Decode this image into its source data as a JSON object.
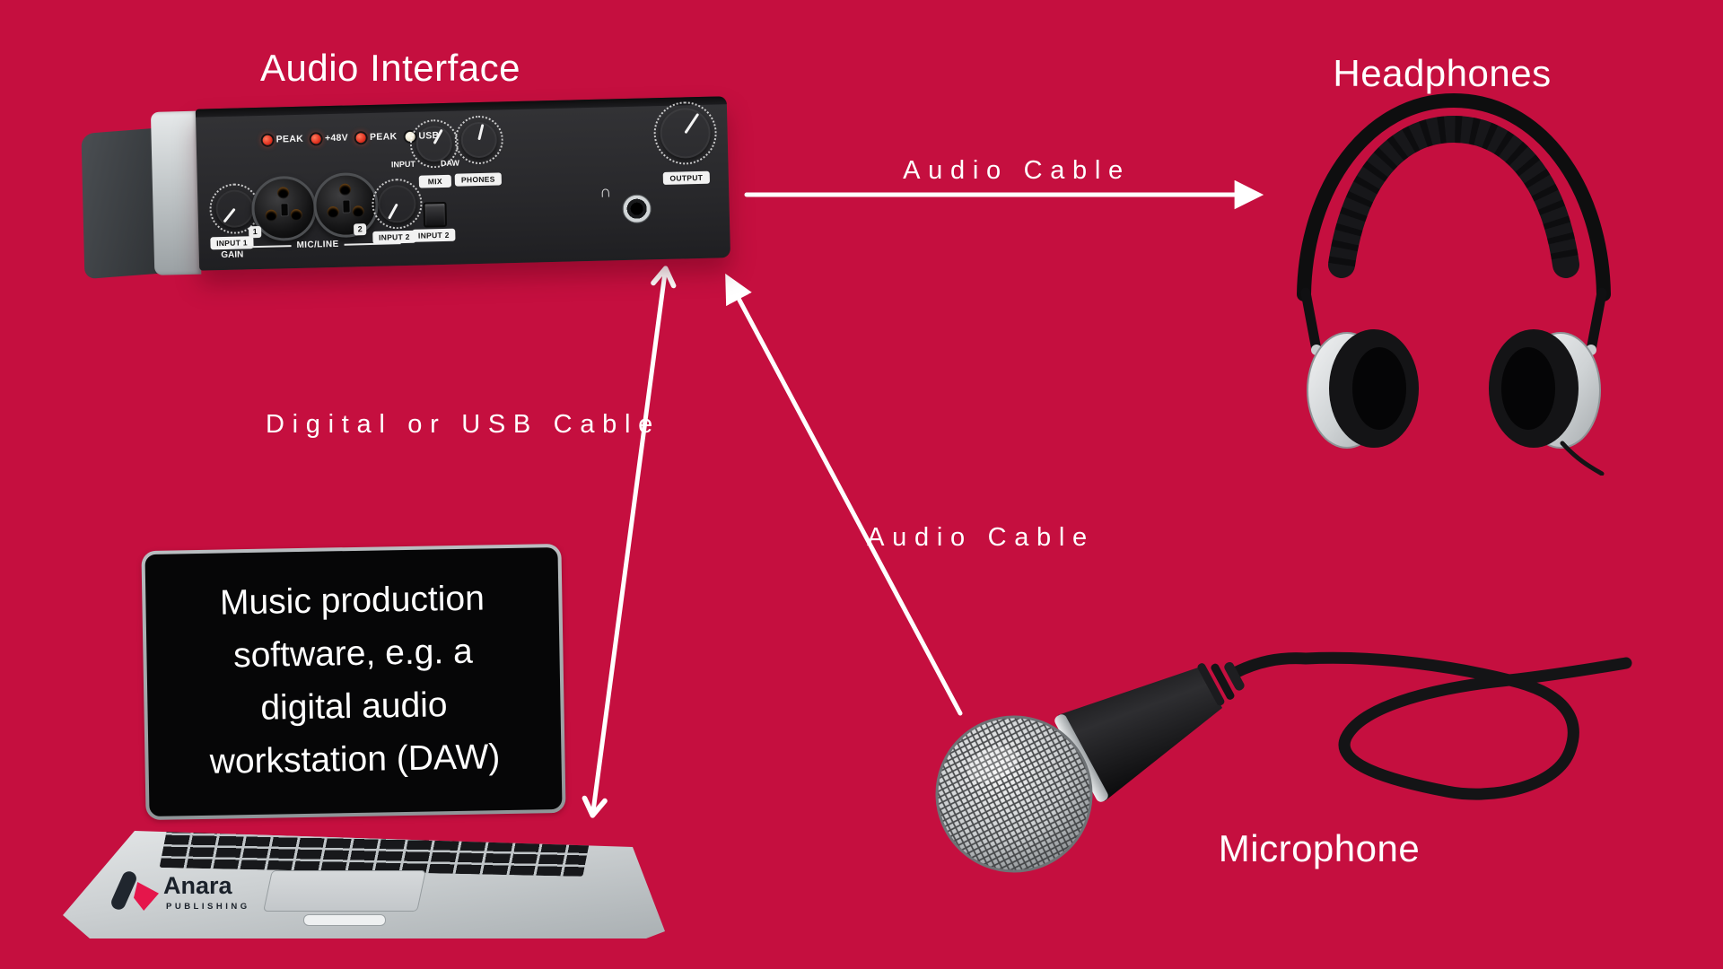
{
  "colors": {
    "background": "#c50f3f",
    "text": "#ffffff",
    "arrows": "#ffffff",
    "led_red": "#e03220",
    "led_usb": "#ece5d3",
    "logo_accent": "#e5164b"
  },
  "titles": {
    "audio_interface": "Audio Interface",
    "headphones": "Headphones",
    "microphone": "Microphone"
  },
  "arrows": {
    "interface_to_headphones": {
      "label": "Audio Cable",
      "double_headed": false
    },
    "laptop_to_interface": {
      "label": "Digital or USB Cable",
      "double_headed": true
    },
    "mic_to_interface": {
      "label": "Audio Cable",
      "double_headed": false
    }
  },
  "interface_panel": {
    "leds": [
      {
        "label": "PEAK"
      },
      {
        "label": "+48V"
      },
      {
        "label": "PEAK"
      },
      {
        "label": "USB"
      }
    ],
    "input1_label": "INPUT 1",
    "gain_label": "GAIN",
    "jack_tags": [
      "1",
      "2"
    ],
    "mic_line_label": "MIC/LINE",
    "input2_knob_label": "INPUT 2",
    "input2_button_label": "INPUT 2",
    "monitor_left_label": "INPUT",
    "monitor_right_label": "DAW",
    "mix_label": "MIX",
    "phones_label": "PHONES",
    "output_label": "OUTPUT",
    "phones_icon": "∩"
  },
  "laptop": {
    "screen_lines": [
      "Music production",
      "software, e.g. a",
      "digital audio",
      "workstation (DAW)"
    ],
    "logo_name": "Anara",
    "logo_subtitle": "PUBLISHING"
  }
}
